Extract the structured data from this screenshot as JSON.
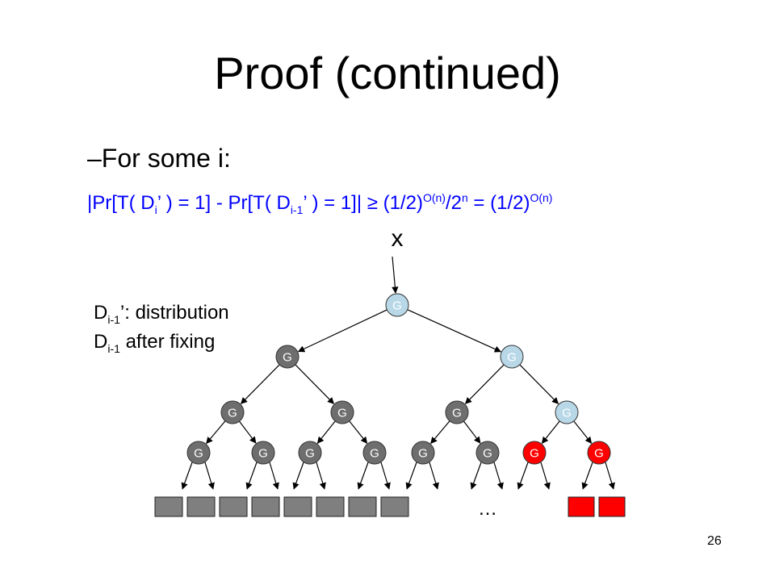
{
  "slide": {
    "title": "Proof (continued)",
    "bullet": "–For some i:",
    "formula": {
      "p1": "|Pr[T( D",
      "sub_i": "i",
      "p2": "’ ) = 1] - Pr[T( D",
      "sub_im1": "i-1",
      "p3": "’ ) = 1]| ≥ (1/2)",
      "sup1": "O(n)",
      "p4": "/2",
      "sup2": "n",
      "p5": " = (1/2)",
      "sup3": "O(n)"
    },
    "input_label": "x",
    "note": {
      "line1_prefix": "D",
      "line1_sub": "i-1",
      "line1_suffix": "’: distribution",
      "line2_prefix": "D",
      "line2_sub": "i-1",
      "line2_suffix": " after fixing"
    },
    "node_label": "G",
    "ellipsis": "…",
    "page_number": "26",
    "colors": {
      "root_node": "#b8d8e8",
      "gray_node": "#6e6e6e",
      "red_node": "#ff0000",
      "gray_box": "#7f7f7f",
      "red_box": "#ff0000",
      "formula_text": "#0000ff"
    }
  }
}
